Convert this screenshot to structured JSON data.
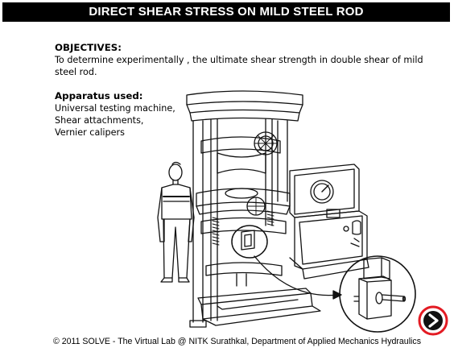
{
  "page": {
    "title": "DIRECT SHEAR STRESS ON MILD STEEL ROD"
  },
  "objectives": {
    "heading": "OBJECTIVES:",
    "text": "To determine experimentally , the ultimate shear strength in double shear of mild steel rod."
  },
  "apparatus": {
    "heading": "Apparatus used:",
    "items": [
      "Universal testing machine,",
      "Shear attachments,",
      "Vernier calipers"
    ]
  },
  "footer": {
    "text": "© 2011 SOLVE - The Virtual Lab @ NITK Surathkal, Department of Applied Mechanics Hydraulics"
  },
  "navigation": {
    "next_icon": "chevron-right-icon",
    "next_color": "#e31b23"
  },
  "colors": {
    "title_bg": "#000000",
    "title_fg": "#ffffff",
    "line_art": "#111111"
  }
}
